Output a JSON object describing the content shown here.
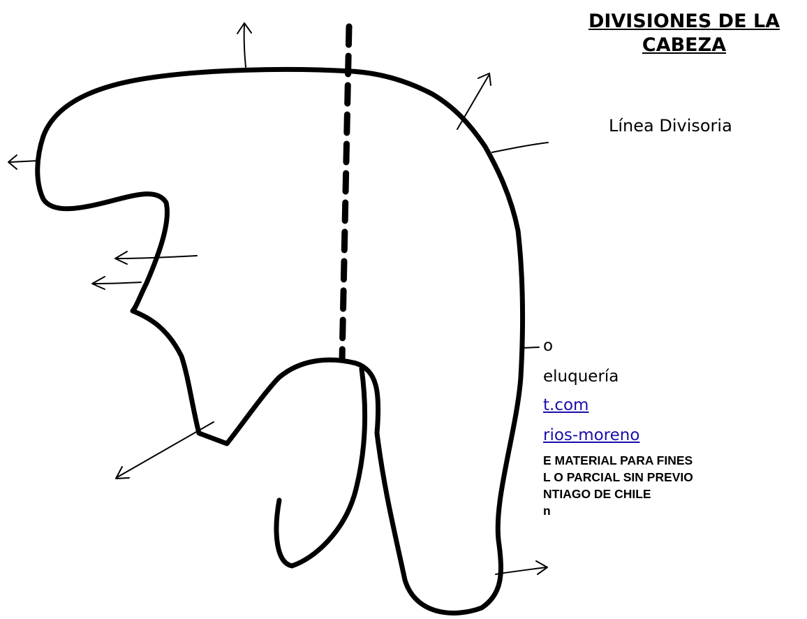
{
  "heading": {
    "title_line1": "DIVISIONES DE LA",
    "title_line2": "CABEZA"
  },
  "labels": {
    "dividing_line": "Línea Divisoria"
  },
  "partial_text": {
    "line1": "o",
    "line2": "eluquería",
    "link1": "t.com",
    "link2": "rios-moreno",
    "notice1": "E MATERIAL PARA FINES",
    "notice2": "L O PARCIAL SIN PREVIO",
    "notice3": "NTIAGO DE CHILE",
    "notice4": "n"
  },
  "colors": {
    "ink": "#000000",
    "link": "#1a0dab",
    "background": "#ffffff"
  }
}
